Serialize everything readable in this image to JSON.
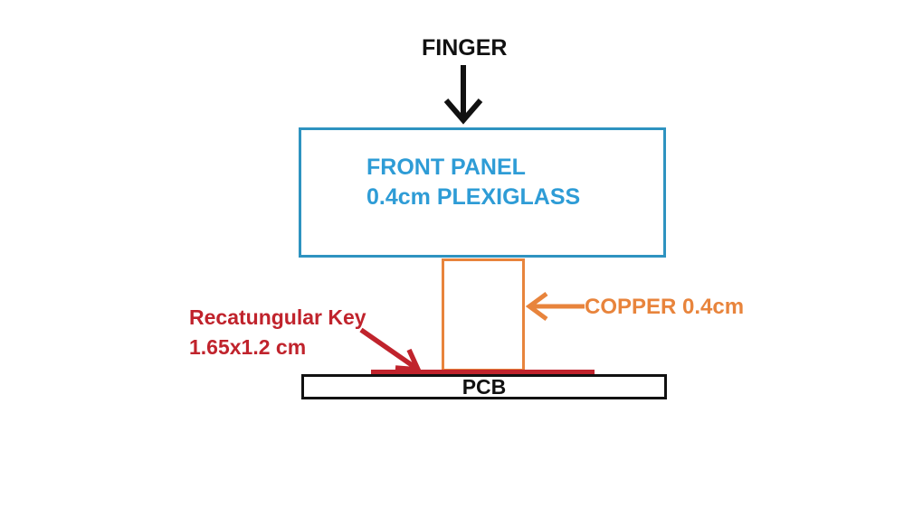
{
  "diagram": {
    "finger_label": "FINGER",
    "front_panel": {
      "line1": "FRONT PANEL",
      "line2": "0.4cm PLEXIGLASS"
    },
    "copper_label": "COPPER 0.4cm",
    "key_label": {
      "line1": "Recatungular Key",
      "line2": "1.65x1.2 cm"
    },
    "pcb_label": "PCB"
  },
  "colors": {
    "panel_blue": "#2e93c0",
    "panel_text_blue": "#2e9cd6",
    "copper_orange": "#e8843c",
    "key_red": "#c0232c",
    "ink_black": "#111111",
    "background": "#ffffff"
  }
}
